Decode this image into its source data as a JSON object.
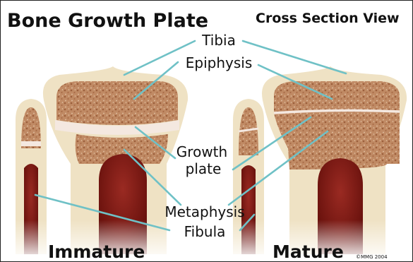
{
  "header": {
    "title": "Bone Growth Plate",
    "view": "Cross Section View"
  },
  "labels": {
    "tibia": "Tibia",
    "epiphysis": "Epiphysis",
    "growth": "Growth",
    "plate": "plate",
    "metaphysis": "Metaphysis",
    "fibula": "Fibula"
  },
  "captions": {
    "immature": "Immature",
    "mature": "Mature",
    "copyright": "©MMG 2004"
  },
  "colors": {
    "outer_bone": "#efe2c4",
    "spongy_bone": "#c08a64",
    "spongy_dots": "#9c5f3c",
    "growth_plate": "#f4e8e0",
    "marrow": "#7c1410",
    "leader_line": "#6fc1c6"
  }
}
